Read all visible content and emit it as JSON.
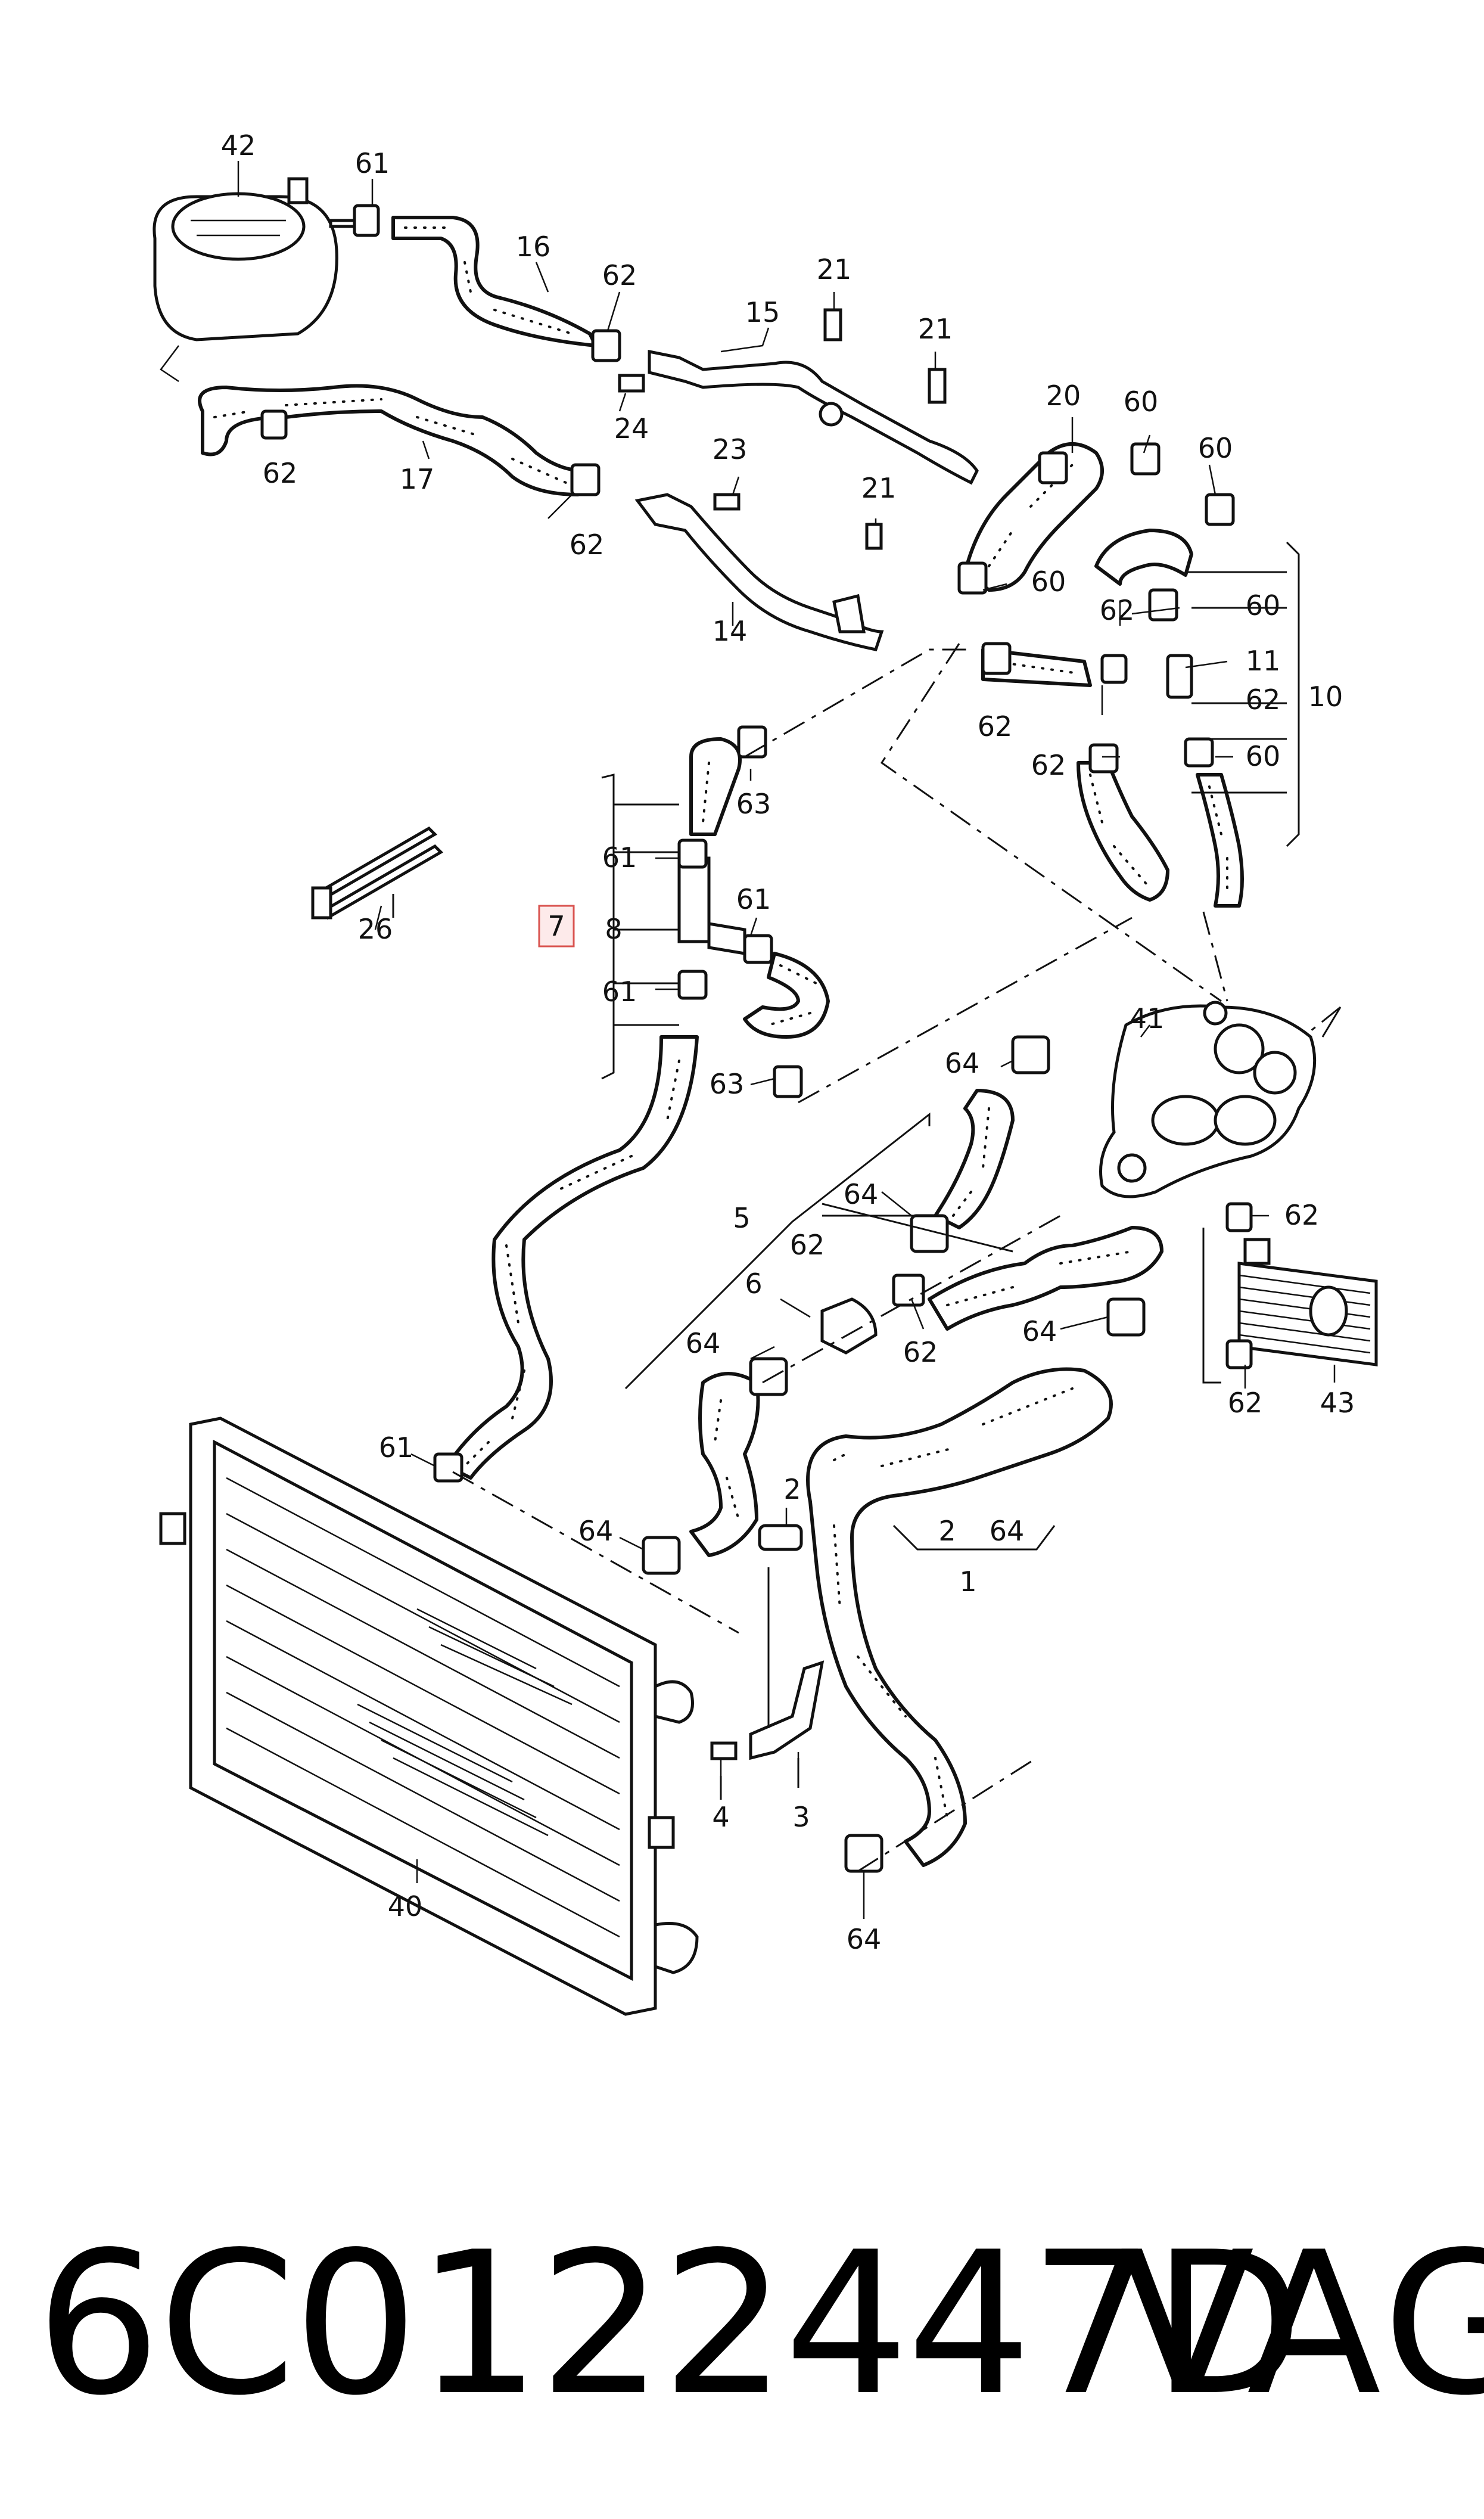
{
  "diagram": {
    "callouts": {
      "c42": "42",
      "c61a": "61",
      "c16": "16",
      "c62a": "62",
      "c21a": "21",
      "c15": "15",
      "c21b": "21",
      "c20": "20",
      "c60a": "60",
      "c60b": "60",
      "c24": "24",
      "c62b": "62",
      "c17": "17",
      "c23": "23",
      "c21c": "21",
      "c62c": "62",
      "c60c": "60",
      "c62d": "62",
      "c60d": "60",
      "c14": "14",
      "c11": "11",
      "c62e": "62",
      "c10": "10",
      "c62f": "62",
      "c62g": "62",
      "c60e": "60",
      "c63a": "63",
      "c61b": "61",
      "c26": "26",
      "c7": "7",
      "c8": "8",
      "c61c": "61",
      "c61d": "61",
      "c41": "41",
      "c64a": "64",
      "c63b": "63",
      "c64b": "64",
      "c5": "5",
      "c62h": "62",
      "c62i": "62",
      "c6": "6",
      "c62j": "62",
      "c64c": "64",
      "c64d": "64",
      "c62k": "62",
      "c43": "43",
      "c61e": "61",
      "c2a": "2",
      "c2b": "2",
      "c64e": "64",
      "c1": "1",
      "c64f": "64",
      "c4": "4",
      "c3": "3",
      "c40": "40",
      "c64g": "64"
    },
    "highlight_color": "#d9534f"
  },
  "footer": {
    "part_number": "6C0122447D",
    "brand": "VAG"
  }
}
